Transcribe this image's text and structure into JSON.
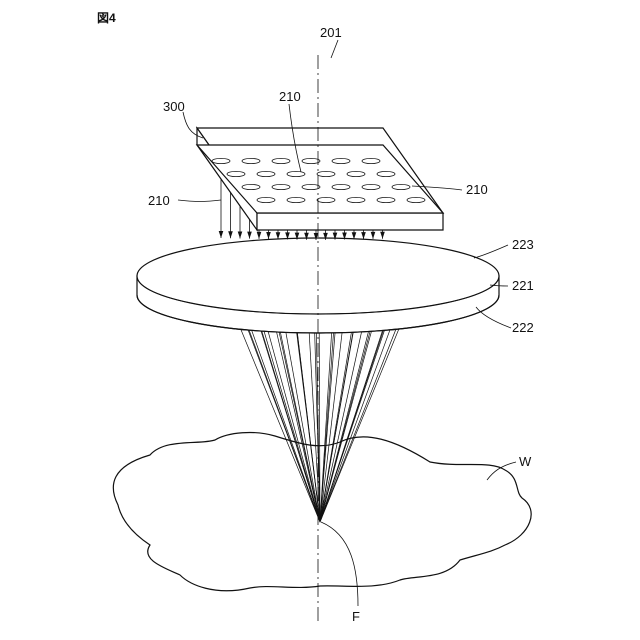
{
  "figure": {
    "title": "図4",
    "labels": {
      "axis": "201",
      "array": "300",
      "emitter_top": "210",
      "emitter_left": "210",
      "emitter_right": "210",
      "lens_top_surface": "223",
      "lens": "221",
      "lens_bottom_surface": "222",
      "workpiece": "W",
      "focus": "F"
    }
  }
}
